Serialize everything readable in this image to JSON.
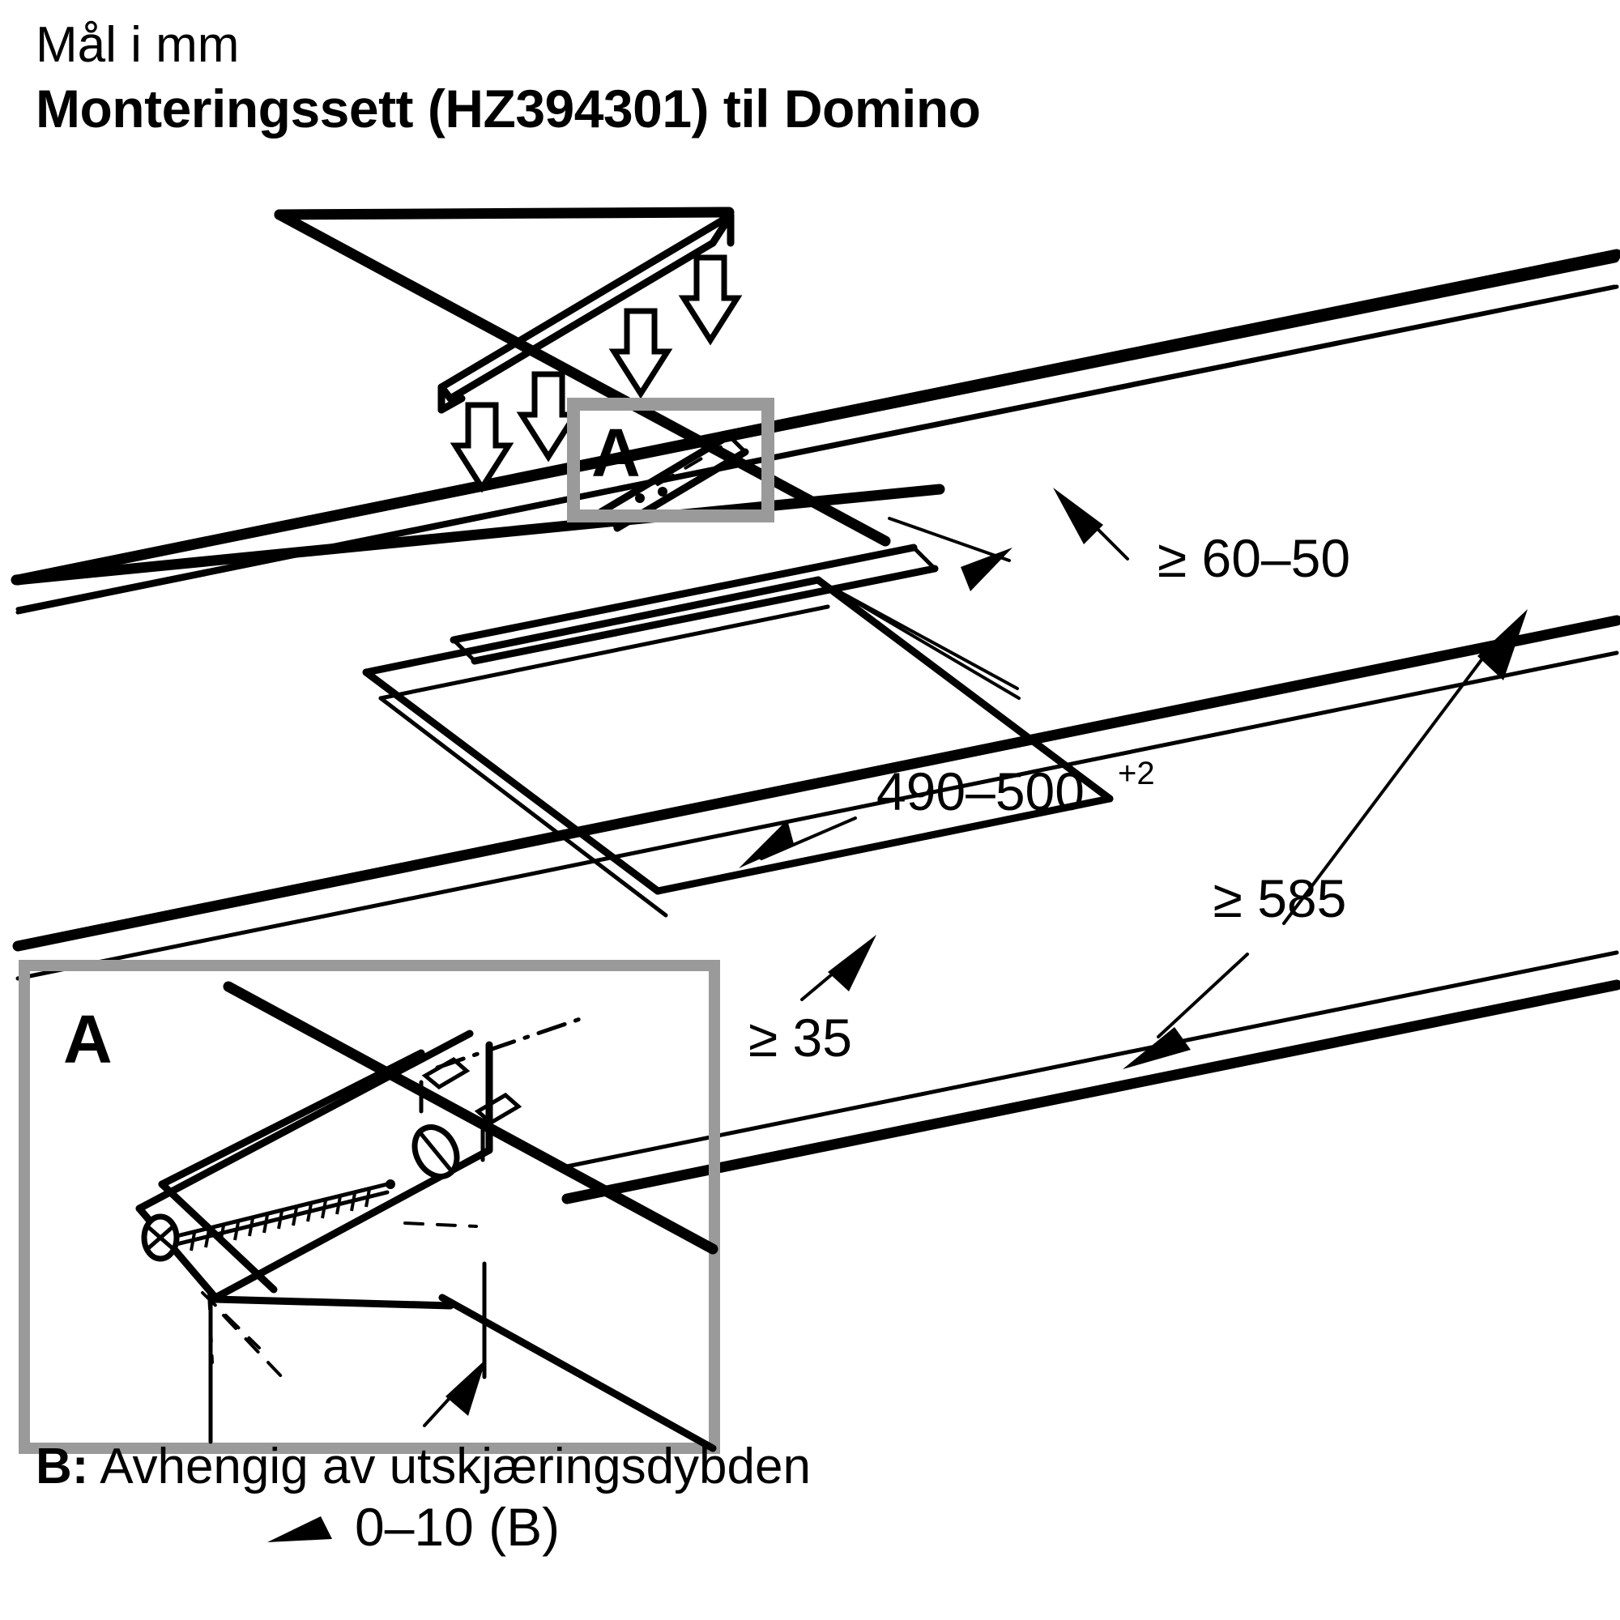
{
  "header": {
    "units_line": "Mål i mm",
    "title": "Monteringssett (HZ394301) til Domino"
  },
  "footnote": {
    "key": "B:",
    "text": " Avhengig av utskjæringsdybden"
  },
  "callouts": {
    "main_detail_label": "A",
    "detail_box_label": "A"
  },
  "dimensions": {
    "top_right": "≥ 60–50",
    "cutout_width_base": "490–500",
    "cutout_width_sup": "+2",
    "depth": "≥ 585",
    "edge_min": "≥ 35",
    "detail_gap": "0–10 (B)"
  },
  "colors": {
    "ink": "#000000",
    "callout_gray": "#9a9a9a",
    "background": "#ffffff"
  },
  "icons": {
    "insert_arrow": "down-arrow-icon",
    "screw": "screw-icon",
    "dimension_arrow": "dimension-arrow-icon"
  }
}
